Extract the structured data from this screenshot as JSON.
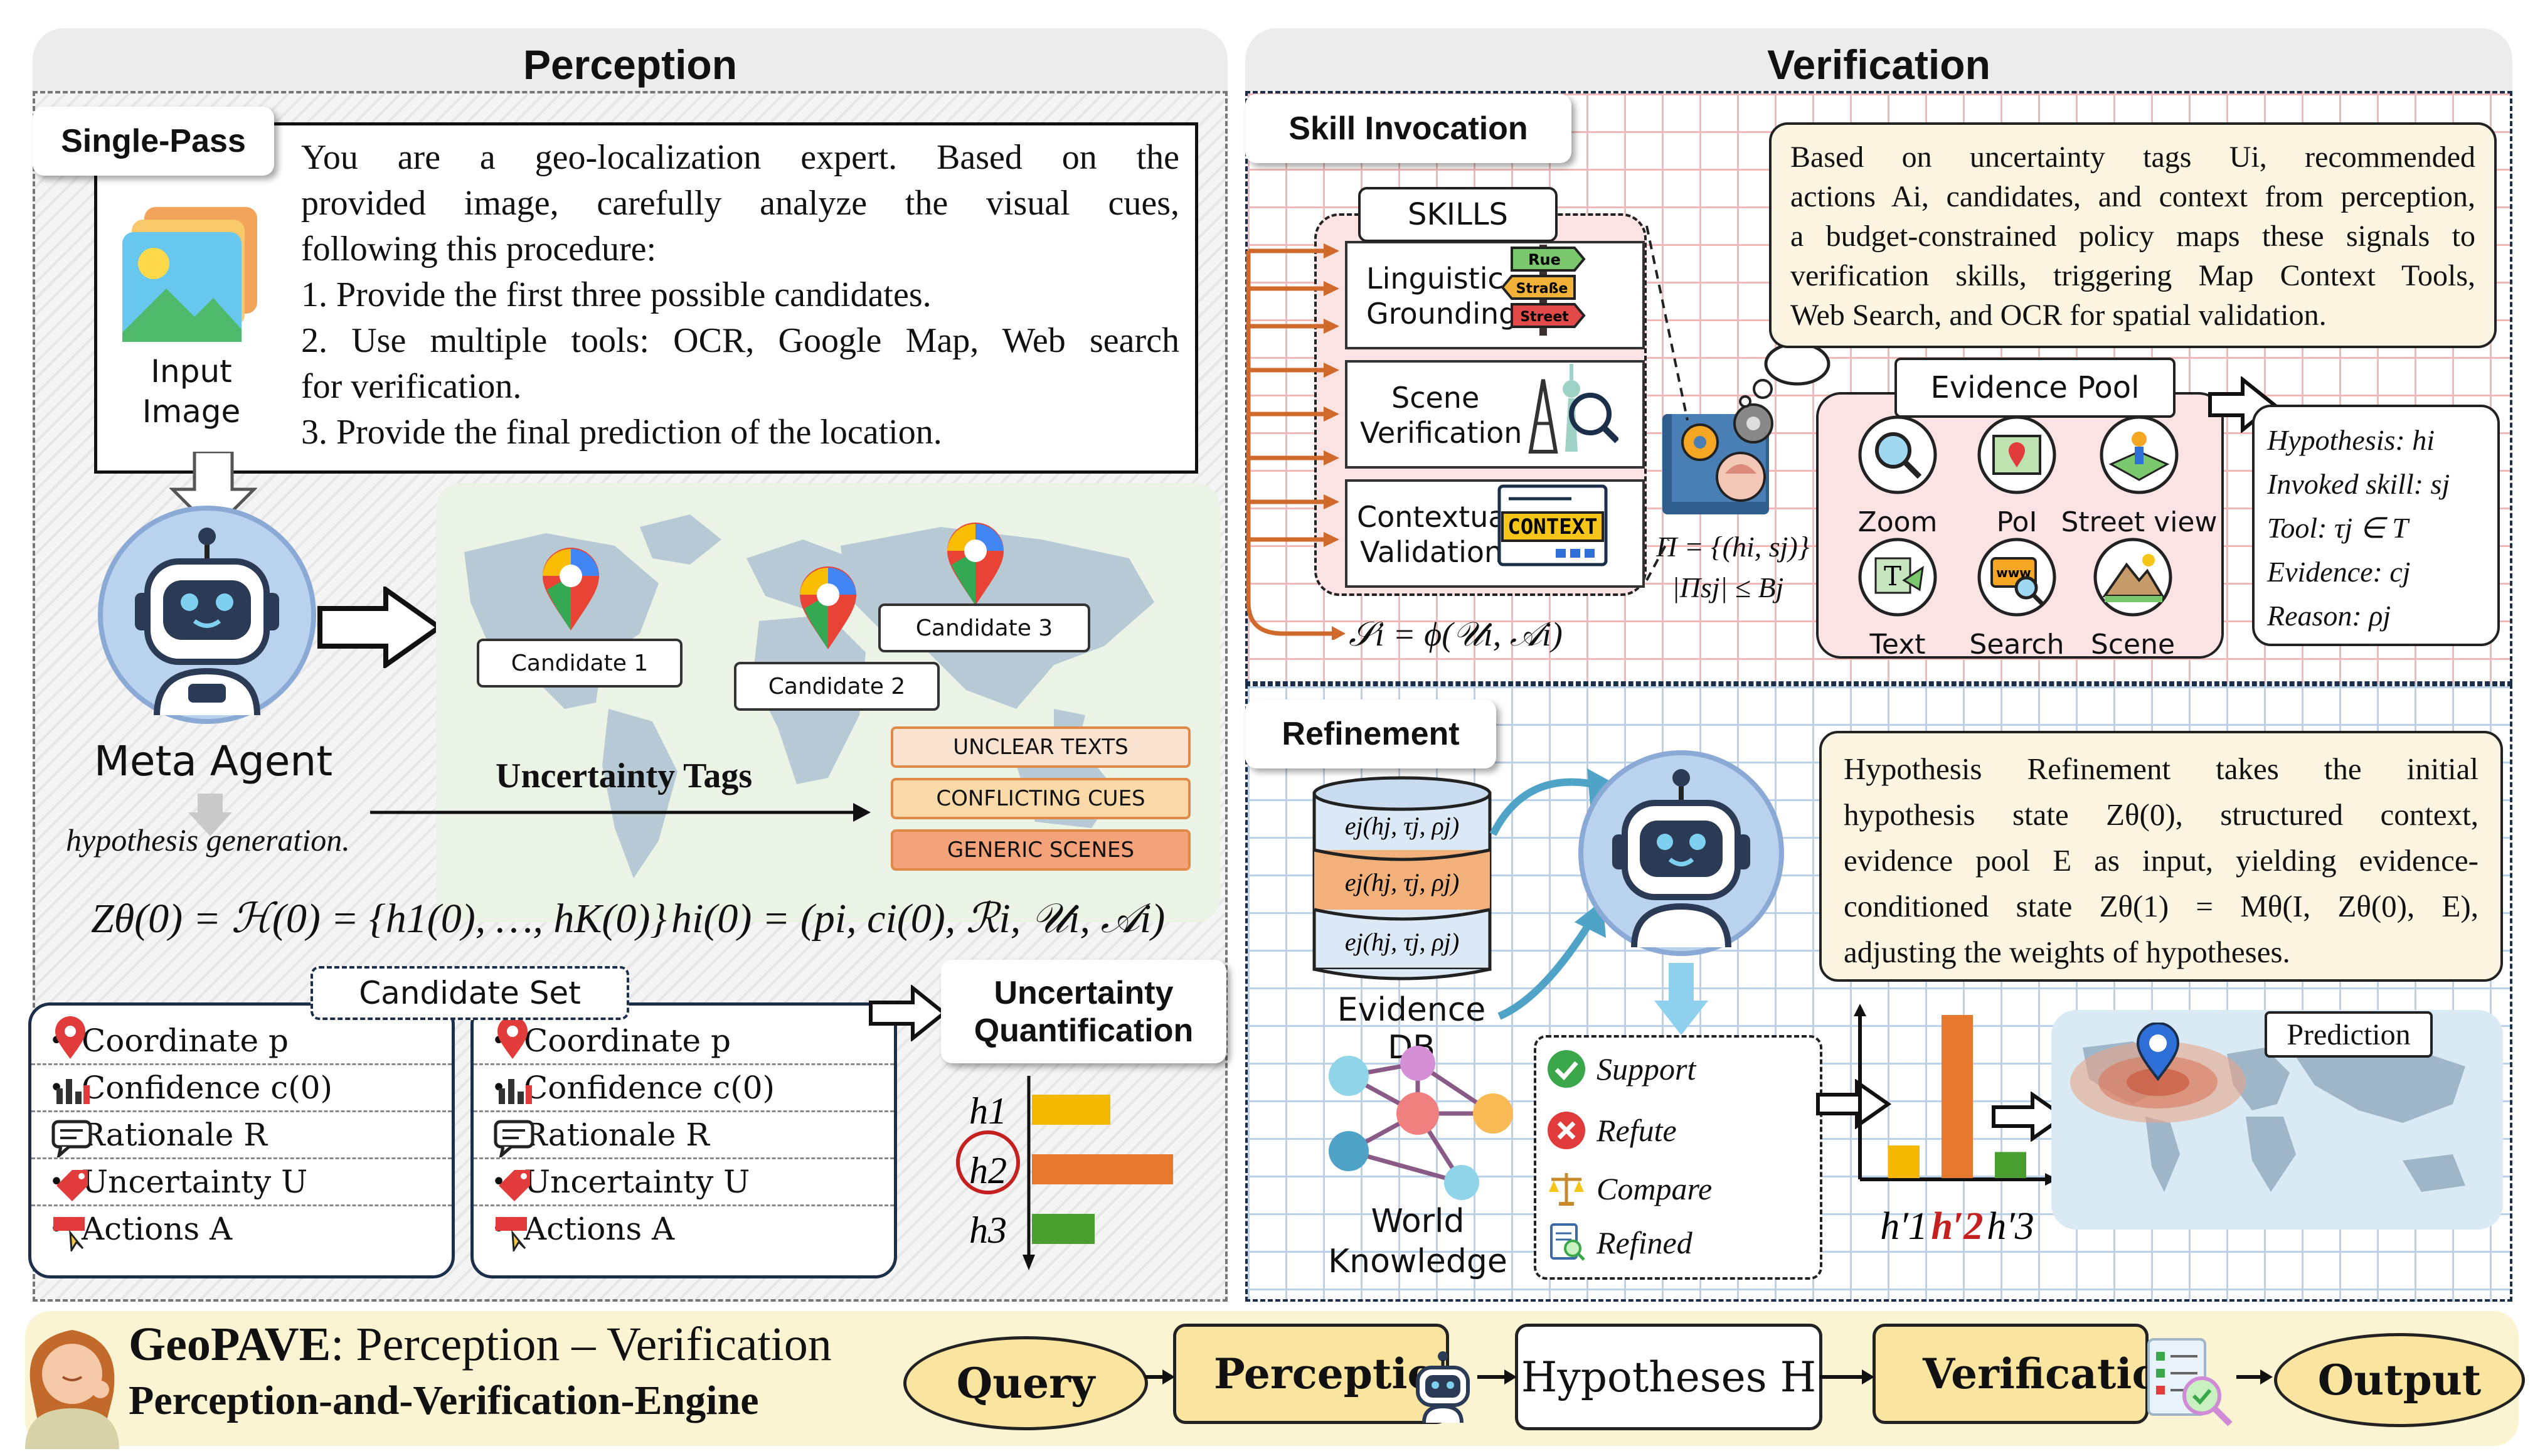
{
  "perception": {
    "title": "Perception",
    "single_pass_label": "Single-Pass",
    "input_image_label": "Input Image",
    "prompt_lines": [
      "You are a geo-localization expert. Based on the",
      "provided image, carefully analyze the visual cues,",
      "following this procedure:",
      "1. Provide the first three possible candidates.",
      "2. Use multiple tools: OCR, Google Map, Web search",
      "for verification.",
      "3. Provide the final prediction of the location."
    ],
    "meta_agent_label": "Meta Agent",
    "hypothesis_generation": "hypothesis generation.",
    "candidates": [
      "Candidate 1",
      "Candidate 2",
      "Candidate 3"
    ],
    "uncertainty_tags_label": "Uncertainty Tags",
    "uncertainty_tags": [
      "UNCLEAR TEXTS",
      "CONFLICTING CUES",
      "GENERIC SCENES"
    ],
    "formula_z": "Zθ(0) = ℋ(0) = {h1(0), …, hK(0)}",
    "formula_h": "hi(0) = (pi, ci(0), ℛi, 𝒰i, 𝒜i)",
    "candidate_set_label": "Candidate Set",
    "candidate_set_items": [
      "Coordinate p",
      "Confidence c(0)",
      "Rationale R",
      "Uncertainty U",
      "Actions A"
    ],
    "uq_label_1": "Uncertainty",
    "uq_label_2": "Quantification",
    "uq_bars": [
      {
        "label": "h1",
        "value": 0.5,
        "color": "#f5b800"
      },
      {
        "label": "h2",
        "value": 0.9,
        "color": "#e8772e"
      },
      {
        "label": "h3",
        "value": 0.4,
        "color": "#4a9e2f"
      }
    ]
  },
  "verification": {
    "title": "Verification",
    "skill_invocation_label": "Skill Invocation",
    "skills_label": "SKILLS",
    "skills": [
      {
        "line1": "Linguistic",
        "line2": "Grounding"
      },
      {
        "line1": "Scene",
        "line2": "Verification"
      },
      {
        "line1": "Contextual",
        "line2": "Validation"
      }
    ],
    "sign_labels": [
      "Rue",
      "Straße",
      "Street"
    ],
    "context_label": "CONTEXT",
    "policy_formula_1": "Π = {(hi, sj)}",
    "policy_formula_2": "|Πsj| ≤ Bj",
    "skill_formula": "𝒮i = ϕ(𝒰i, 𝒜i)",
    "desc_lines": [
      "Based on uncertainty tags Ui, recommended",
      "actions Ai, candidates, and context from perception,",
      "a budget-constrained policy maps these signals to",
      "verification skills, triggering Map Context Tools,",
      "Web Search, and OCR for spatial validation."
    ],
    "evidence_pool_label": "Evidence Pool",
    "evidence_tools": [
      "Zoom",
      "PoI",
      "Street view",
      "Text",
      "Search",
      "Scene"
    ],
    "note_lines": [
      "Hypothesis: hi",
      "Invoked skill: sj",
      "Tool: τj ∈ T",
      "Evidence: cj",
      "Reason: ρj"
    ],
    "refinement_label": "Refinement",
    "db_rows": [
      "ej(hj, τj, ρj)",
      "ej(hj, τj, ρj)",
      "ej(hj, τj, ρj)"
    ],
    "evidence_db_label": "Evidence DB",
    "world_knowledge_1": "World",
    "world_knowledge_2": "Knowledge",
    "verdicts": [
      "Support",
      "Refute",
      "Compare",
      "Refined"
    ],
    "refine_lines": [
      "Hypothesis Refinement takes the initial",
      "hypothesis state Zθ(0), structured context,",
      "evidence pool E as input, yielding evidence-",
      "conditioned state Zθ(1) = Mθ(I, Zθ(0), E),",
      "adjusting the weights of hypotheses."
    ],
    "result_bars": [
      {
        "label": "h′1",
        "value": 0.2,
        "color": "#f5b800"
      },
      {
        "label": "h′2",
        "value": 1.0,
        "color": "#e8772e"
      },
      {
        "label": "h′3",
        "value": 0.16,
        "color": "#4a9e2f"
      }
    ],
    "prediction_label": "Prediction"
  },
  "footer": {
    "title_bold": "GeoPAVE",
    "title_rest": ": Perception – Verification",
    "subtitle": "Perception-and-Verification-Engine",
    "flow": [
      "Query",
      "Perception",
      "Hypotheses H",
      "Verification",
      "Output"
    ]
  }
}
